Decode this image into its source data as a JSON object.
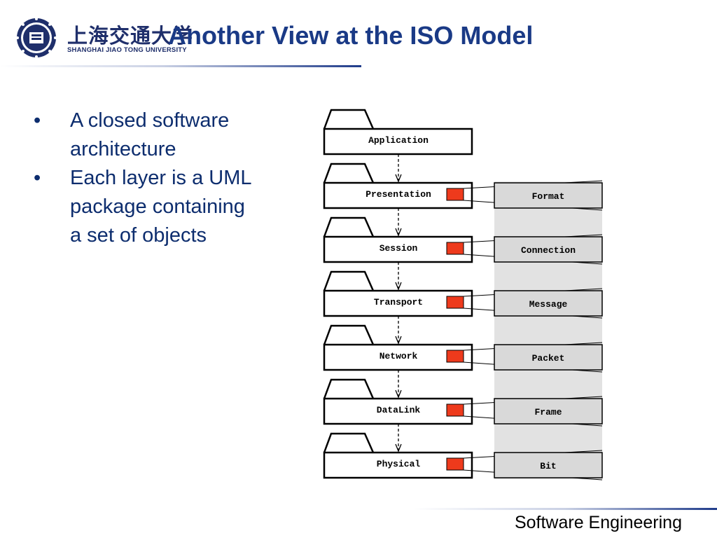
{
  "header": {
    "logo": {
      "chinese_name": "上海交通大学",
      "english_name": "SHANGHAI JIAO TONG UNIVERSITY"
    },
    "title": "Another View at the ISO Model"
  },
  "bullets": [
    "A closed software architecture",
    "Each layer is a UML package containing a set of objects"
  ],
  "diagram": {
    "layers": [
      "Application",
      "Presentation",
      "Session",
      "Transport",
      "Network",
      "DataLink",
      "Physical"
    ],
    "data_units": [
      "Format",
      "Connection",
      "Message",
      "Packet",
      "Frame",
      "Bit"
    ],
    "colors": {
      "marker": "#ee3a1c",
      "unit_fill": "#d9d9d9"
    }
  },
  "footer": {
    "text": "Software Engineering"
  },
  "colors": {
    "title": "#1a3a86",
    "bullet_text": "#0d2d6e",
    "rule": "#1f3b8a"
  }
}
